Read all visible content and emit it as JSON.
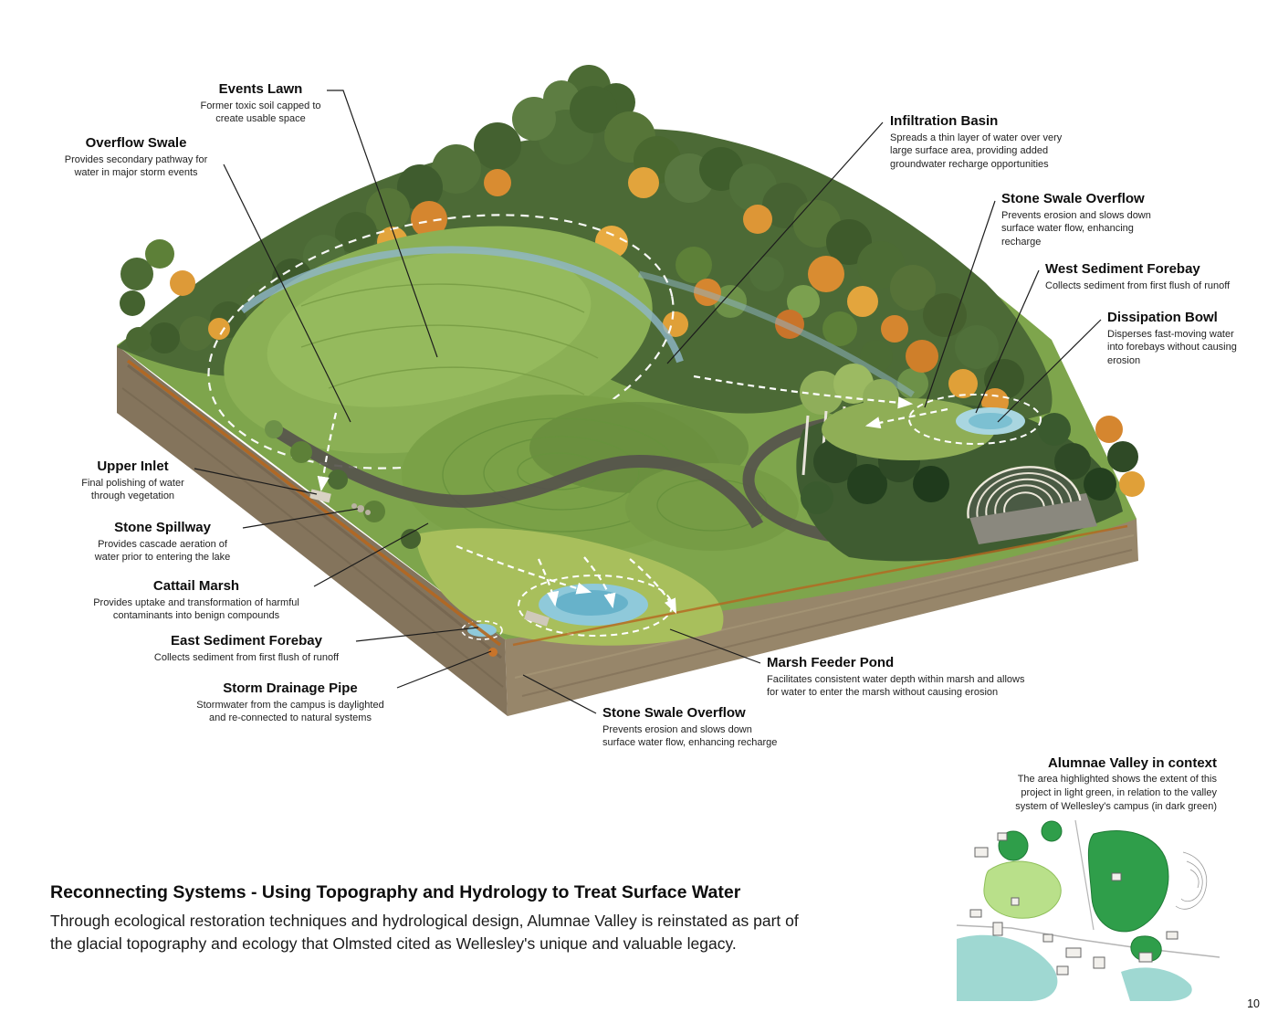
{
  "page": {
    "number": "10",
    "footer_title": "Reconnecting Systems - Using Topography and Hydrology to Treat Surface Water",
    "footer_body": "Through ecological restoration techniques and hydrological design, Alumnae Valley is reinstated as part of\nthe glacial topography and ecology that Olmsted cited as Wellesley's unique and valuable legacy."
  },
  "callouts": [
    {
      "id": "events-lawn",
      "title": "Events Lawn",
      "desc": "Former toxic soil capped to\ncreate usable space"
    },
    {
      "id": "overflow-swale",
      "title": "Overflow Swale",
      "desc": "Provides secondary pathway for\nwater in major storm events"
    },
    {
      "id": "upper-inlet",
      "title": "Upper Inlet",
      "desc": "Final polishing of water\nthrough vegetation"
    },
    {
      "id": "stone-spillway",
      "title": "Stone Spillway",
      "desc": "Provides cascade aeration of\nwater prior to entering the lake"
    },
    {
      "id": "cattail-marsh",
      "title": "Cattail Marsh",
      "desc": "Provides uptake and transformation of harmful\ncontaminants into benign compounds"
    },
    {
      "id": "east-sediment-forebay",
      "title": "East Sediment Forebay",
      "desc": "Collects sediment from first flush of runoff"
    },
    {
      "id": "storm-drainage-pipe",
      "title": "Storm Drainage Pipe",
      "desc": "Stormwater from the campus is daylighted\nand re-connected to natural systems"
    },
    {
      "id": "infiltration-basin",
      "title": "Infiltration Basin",
      "desc": "Spreads a thin layer of water over very\nlarge surface area, providing added\ngroundwater recharge opportunities"
    },
    {
      "id": "stone-swale-overflow-right",
      "title": "Stone Swale Overflow",
      "desc": "Prevents erosion and slows down\nsurface water flow, enhancing\nrecharge"
    },
    {
      "id": "west-sediment-forebay",
      "title": "West Sediment Forebay",
      "desc": "Collects sediment from first flush of runoff"
    },
    {
      "id": "dissipation-bowl",
      "title": "Dissipation Bowl",
      "desc": "Disperses fast-moving water\ninto forebays without causing\nerosion"
    },
    {
      "id": "marsh-feeder-pond",
      "title": "Marsh Feeder Pond",
      "desc": "Facilitates consistent water depth within marsh and allows\nfor water to enter the marsh without causing erosion"
    },
    {
      "id": "stone-swale-overflow-bottom",
      "title": "Stone Swale Overflow",
      "desc": "Prevents erosion and slows down\nsurface water flow, enhancing recharge"
    }
  ],
  "inset": {
    "title": "Alumnae Valley in context",
    "desc": "The area highlighted shows the extent of this\nproject in light green, in relation to the valley\nsystem of Wellesley's campus (in dark green)",
    "colors": {
      "project_highlight": "#b9e08a",
      "valley_system": "#2f9e4a",
      "water": "#9fd8d2"
    }
  }
}
